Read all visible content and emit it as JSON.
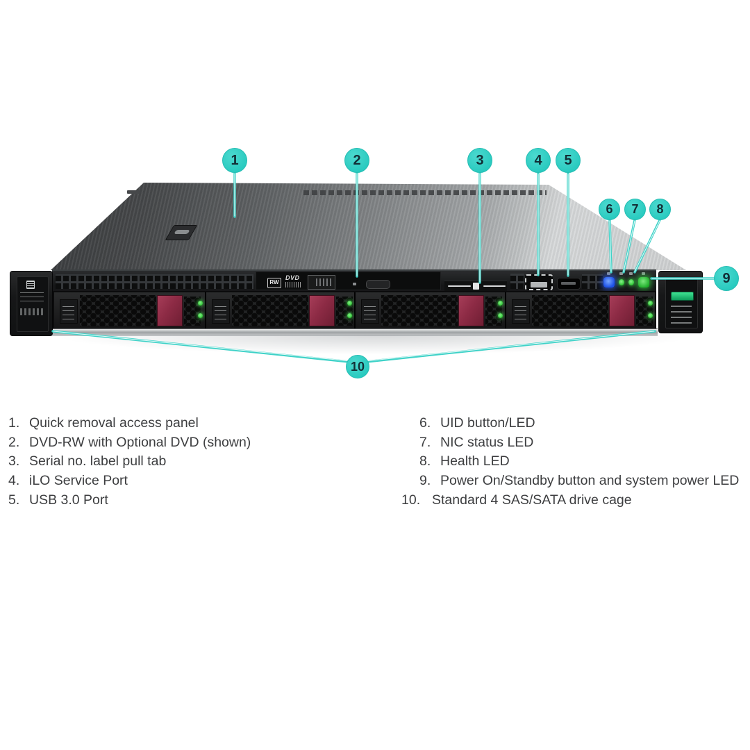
{
  "figure_type": "hardware-callout-diagram",
  "device": {
    "description_visible_markings": {
      "dvd_rw_logo": "RW",
      "dvd_logo": "DVD"
    }
  },
  "callouts": [
    {
      "n": "1"
    },
    {
      "n": "2"
    },
    {
      "n": "3"
    },
    {
      "n": "4"
    },
    {
      "n": "5"
    },
    {
      "n": "6"
    },
    {
      "n": "7"
    },
    {
      "n": "8"
    },
    {
      "n": "9"
    },
    {
      "n": "10"
    }
  ],
  "legend": {
    "left": [
      {
        "num": "1.",
        "label": "Quick removal access panel"
      },
      {
        "num": "2.",
        "label": "DVD-RW with Optional DVD (shown)"
      },
      {
        "num": "3.",
        "label": "Serial no. label pull tab"
      },
      {
        "num": "4.",
        "label": "iLO Service Port"
      },
      {
        "num": "5.",
        "label": "USB 3.0 Port"
      }
    ],
    "right": [
      {
        "num": "6.",
        "label": "UID button/LED"
      },
      {
        "num": "7.",
        "label": "NIC status LED"
      },
      {
        "num": "8.",
        "label": "Health LED"
      },
      {
        "num": "9.",
        "label": "Power On/Standby button and system power LED"
      },
      {
        "num": "10.",
        "label": "Standard 4 SAS/SATA drive cage"
      }
    ]
  },
  "colors": {
    "callout_teal": "#2fcfc4",
    "callout_number": "#122f36",
    "legend_text": "#3d3e40",
    "uid_led_blue": "#2d62ff",
    "status_led_green": "#2bc531",
    "power_button_green": "#37d746",
    "drive_latch_maroon": "#8d2b45",
    "hpe_logo_green": "#1fc47a"
  }
}
